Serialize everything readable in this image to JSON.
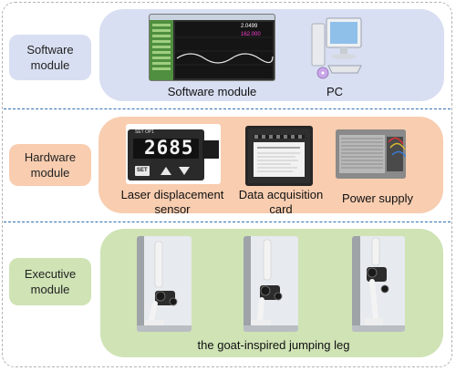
{
  "rows": {
    "software": {
      "label": "Software\nmodule",
      "color": "#d9dff2",
      "items": [
        "Software module",
        "PC"
      ],
      "screen": {
        "reading1": "2.0499",
        "reading2": "162.000"
      }
    },
    "hardware": {
      "label": "Hardware\nmodule",
      "color": "#f8cdb0",
      "items": [
        "Laser displacement\nsensor",
        "Data acquisition\ncard",
        "Power supply"
      ],
      "sensor": {
        "top_labels": "SET  OP1",
        "display": "2685",
        "set_key": "SET"
      }
    },
    "executive": {
      "label": "Executive\nmodule",
      "color": "#cfe3b5",
      "caption": "the goat-inspired jumping leg"
    }
  },
  "colors": {
    "divider": "#2f6fb4",
    "frame": "#b3b3b3"
  }
}
